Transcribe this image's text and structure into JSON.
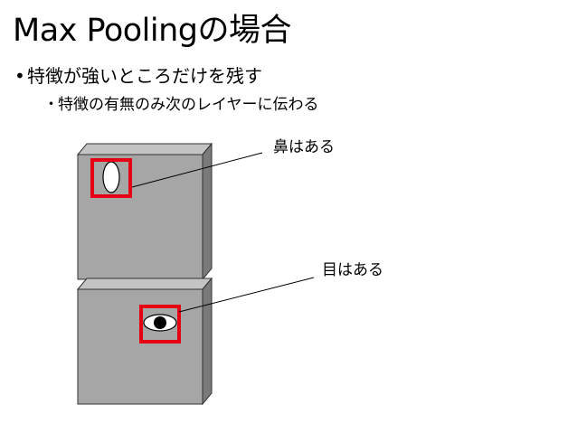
{
  "slide": {
    "title": "Max Poolingの場合",
    "bullets": [
      {
        "marker": "•",
        "text": "特徴が強いところだけを残す"
      },
      {
        "marker": "・",
        "text": "特徴の有無のみ次のレイヤーに伝わる"
      }
    ]
  },
  "figure": {
    "callouts": {
      "nose": "鼻はある",
      "eye": "目はある"
    },
    "colors": {
      "panel_face": "#a6a6a6",
      "panel_top": "#c4c4c4",
      "panel_side": "#7a7a7a",
      "highlight_box": "#e60012",
      "leader_line": "#000000"
    }
  }
}
